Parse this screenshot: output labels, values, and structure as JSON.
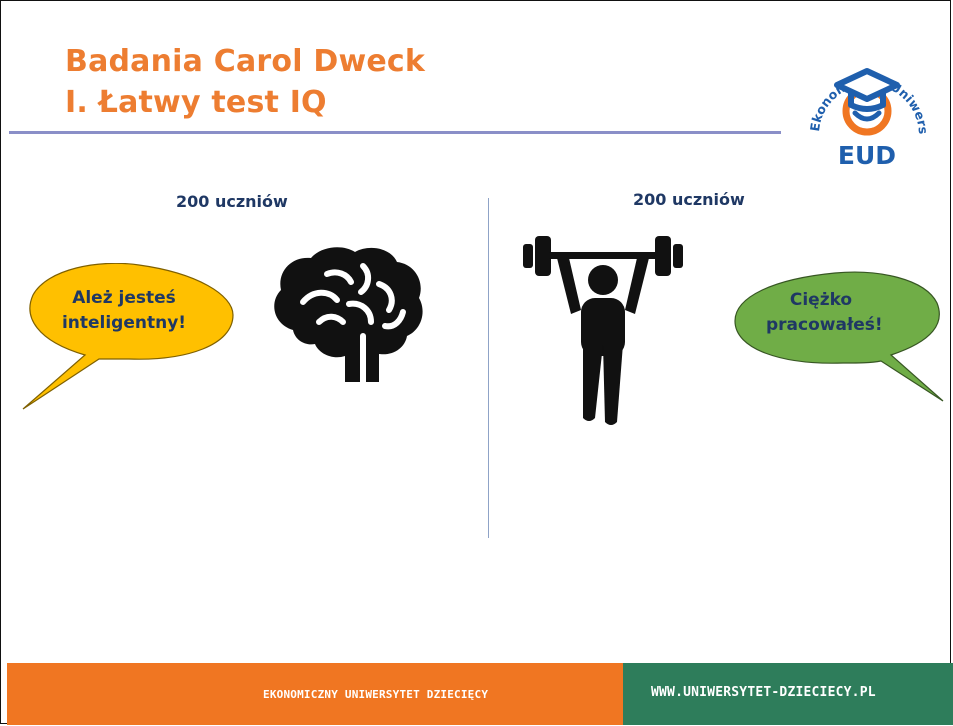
{
  "title": {
    "line1": "Badania Carol Dweck",
    "line2": "I. Łatwy test IQ"
  },
  "logo": {
    "arc_text": "Ekonomiczny Uniwersytet Dziecięcy",
    "abbr": "EUD",
    "icon": "graduation-cap-smile-logo"
  },
  "left_panel": {
    "count": "200 uczniów",
    "bubble": {
      "line1": "Ależ jesteś",
      "line2": "inteligentny!",
      "color": "#FFC000"
    },
    "icon": "brain-icon"
  },
  "right_panel": {
    "count": "200 uczniów",
    "bubble": {
      "line1": "Ciężko",
      "line2": "pracowałeś!",
      "color": "#70AD47"
    },
    "icon": "weightlifter-icon"
  },
  "footer": {
    "left_text": "EKONOMICZNY UNIWERSYTET DZIECIĘCY",
    "right_text": "WWW.UNIWERSYTET-DZIECIECY.PL",
    "left_color": "#F07622",
    "right_color": "#2E7D5B"
  },
  "colors": {
    "title": "#ED7D31",
    "accent_line": "#8A8FC8",
    "text_dark": "#1F3864"
  }
}
